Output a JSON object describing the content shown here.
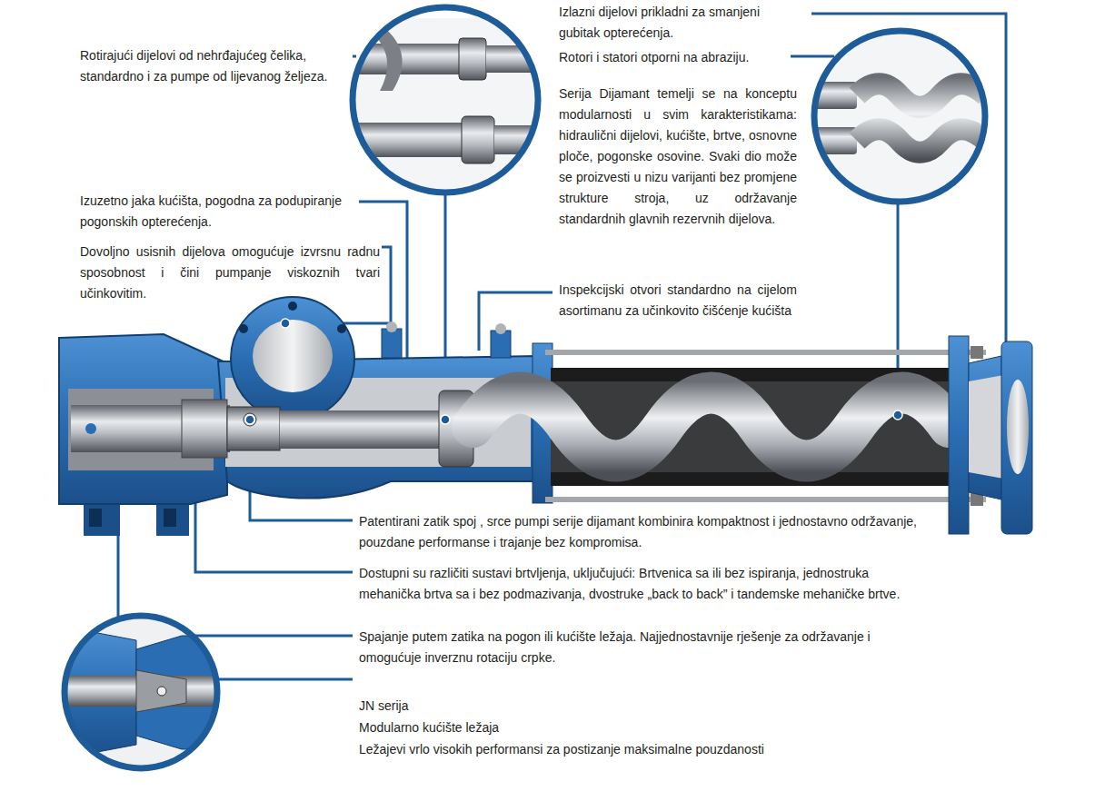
{
  "diagram": {
    "labels": [
      "Rotirajući dijelovi od nehrđajućeg čelika, standardno i za pumpe od lijevanog željeza.",
      "Izlazni dijelovi prikladni za smanjeni gubitak opterećenja.",
      "Rotori i statori otporni na abraziju.",
      "Serija Dijamant temelji se na konceptu modularnosti u svim karakteristikama: hidraulični dijelovi, kućište, brtve, osnovne ploče, pogonske osovine. Svaki dio može se proizvesti u nizu varijanti bez promjene strukture stroja, uz održavanje standardnih glavnih rezervnih dijelova.",
      "Izuzetno jaka kućišta, pogodna za podupiranje pogonskih opterećenja.",
      "Dovoljno usisnih dijelova omogućuje izvrsnu radnu sposobnost i čini pumpanje viskoznih tvari učinkovitim.",
      "Inspekcijski otvori standardno na cijelom asortimanu za učinkovito čišćenje kućišta",
      "Patentirani zatik spoj , srce pumpi serije dijamant kombinira kompaktnost i jednostavno održavanje, pouzdane performanse i trajanje bez kompromisa.",
      "Dostupni su različiti sustavi brtvljenja, uključujući: Brtvenica sa ili bez ispiranja, jednostruka mehanička brtva sa i bez podmazivanja, dvostruke „back to back” i tandemske mehaničke brtve.",
      "Spajanje putem zatika na pogon ili kućište ležaja. Najjednostavnije rješenje za održavanje i omogućuje inverznu rotaciju crpke.",
      "JN serija",
      "Modularno kućište ležaja",
      "Ležajevi vrlo visokih performansi za postizanje maksimalne pouzdanosti"
    ]
  }
}
